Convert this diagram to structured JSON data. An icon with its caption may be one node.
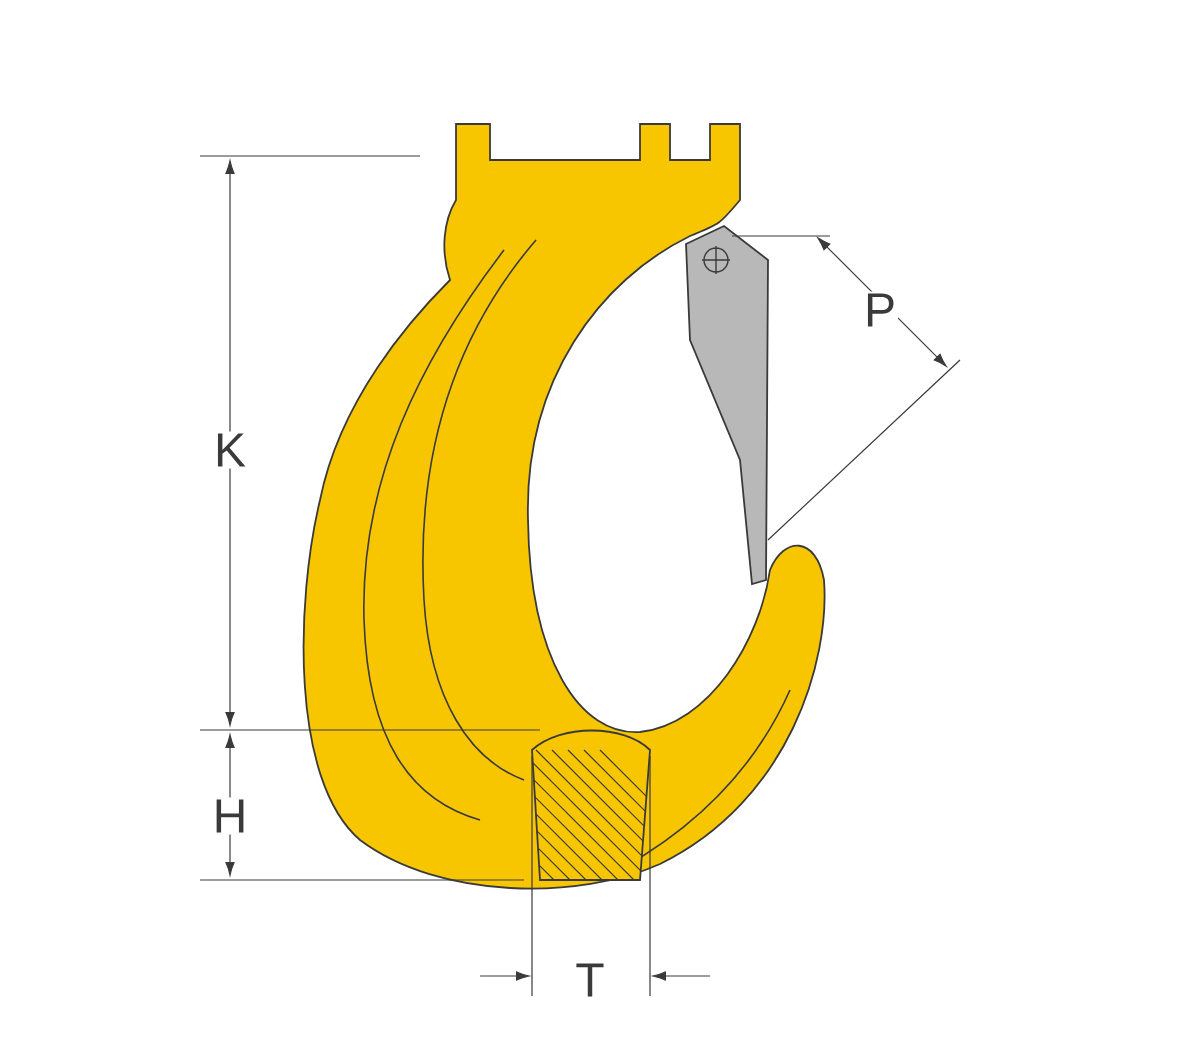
{
  "diagram": {
    "labels": [
      "P",
      "K",
      "H",
      "T"
    ]
  }
}
